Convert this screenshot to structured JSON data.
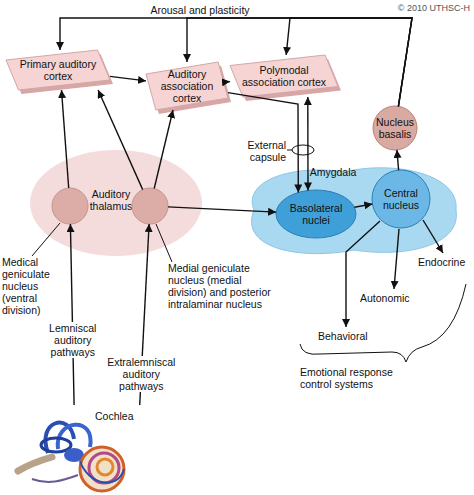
{
  "diagram": {
    "nodes": [
      {
        "text": [
          "Primary auditory cortex"
        ]
      },
      {
        "text": [
          "Auditory association cortex"
        ]
      },
      {
        "text": [
          "Polymodal association cortex"
        ]
      },
      {
        "text": [
          "Nucleus basalis"
        ]
      },
      {
        "text": [
          "Auditory thalamus"
        ]
      },
      {
        "text": [
          "Medical geniculate nucleus (ventral division)"
        ],
        "in": 4
      },
      {
        "text": [
          "Medial geniculate nucleus (medial division) and posterior intralaminar nucleus"
        ],
        "in": 4
      },
      {
        "text": [
          "Amygdala"
        ]
      },
      {
        "text": [
          "Basolateral nuclei"
        ],
        "in": 7
      },
      {
        "text": [
          "Central nucleus"
        ],
        "in": 7
      },
      {
        "text": [
          "Cochlea"
        ]
      }
    ],
    "edges": [
      {
        "from": 0,
        "to": 1,
        "arrow": "to"
      },
      {
        "from": 1,
        "to": 2,
        "arrow": "to"
      },
      {
        "from": 3,
        "to": 0,
        "arrow": "to"
      },
      {
        "from": 3,
        "to": 1,
        "arrow": "to"
      },
      {
        "from": 3,
        "to": 2,
        "arrow": "to"
      },
      {
        "from": 1,
        "to": 8,
        "arrow": "to"
      },
      {
        "from": 2,
        "to": 8,
        "arrow": "both"
      },
      {
        "from": 8,
        "to": 9,
        "arrow": "to"
      },
      {
        "from": 9,
        "to": 3,
        "arrow": "to"
      },
      {
        "from": 5,
        "to": 0,
        "arrow": "to"
      },
      {
        "from": 6,
        "to": 0,
        "arrow": "to"
      },
      {
        "from": 6,
        "to": 1,
        "arrow": "to"
      },
      {
        "from": 6,
        "to": 8,
        "arrow": "to"
      },
      {
        "from": 10,
        "to": 5,
        "arrow": "to",
        "label": "Lemniscal auditory pathways"
      },
      {
        "from": 10,
        "to": 6,
        "arrow": "to",
        "label": "Extralemniscal auditory pathways"
      }
    ],
    "labels": [
      "© 2010 UTHSC-H",
      "Arousal and plasticity",
      "External capsule",
      "Endocrine",
      "Autonomic",
      "Behavioral",
      "Emotional response control systems"
    ]
  }
}
